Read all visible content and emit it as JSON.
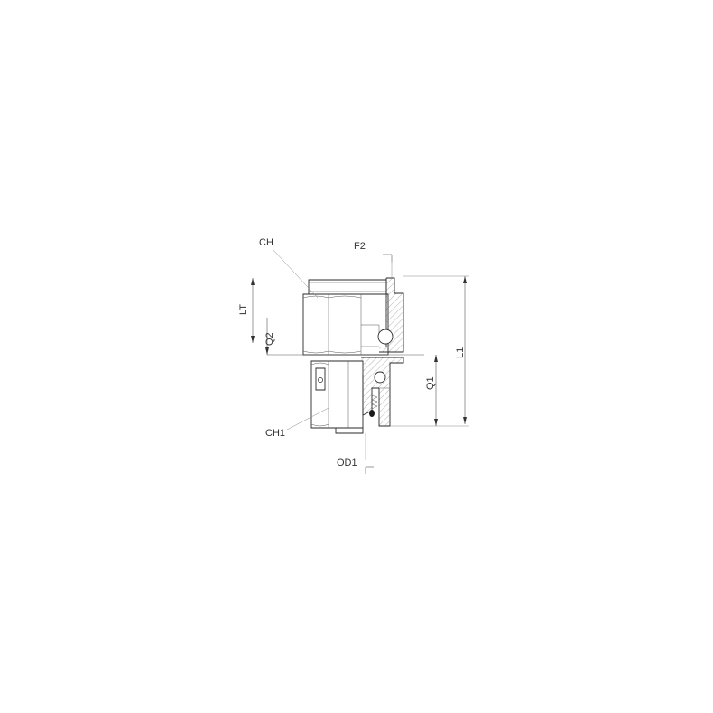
{
  "drawing": {
    "labels": {
      "ch": "CH",
      "f2": "F2",
      "lt": "LT",
      "q2": "Q2",
      "l1": "L1",
      "q1": "Q1",
      "ch1": "CH1",
      "od1": "OD1"
    },
    "colors": {
      "line": "#2a2a2a",
      "dimension": "#555555",
      "text": "#333333",
      "background": "#ffffff"
    }
  }
}
